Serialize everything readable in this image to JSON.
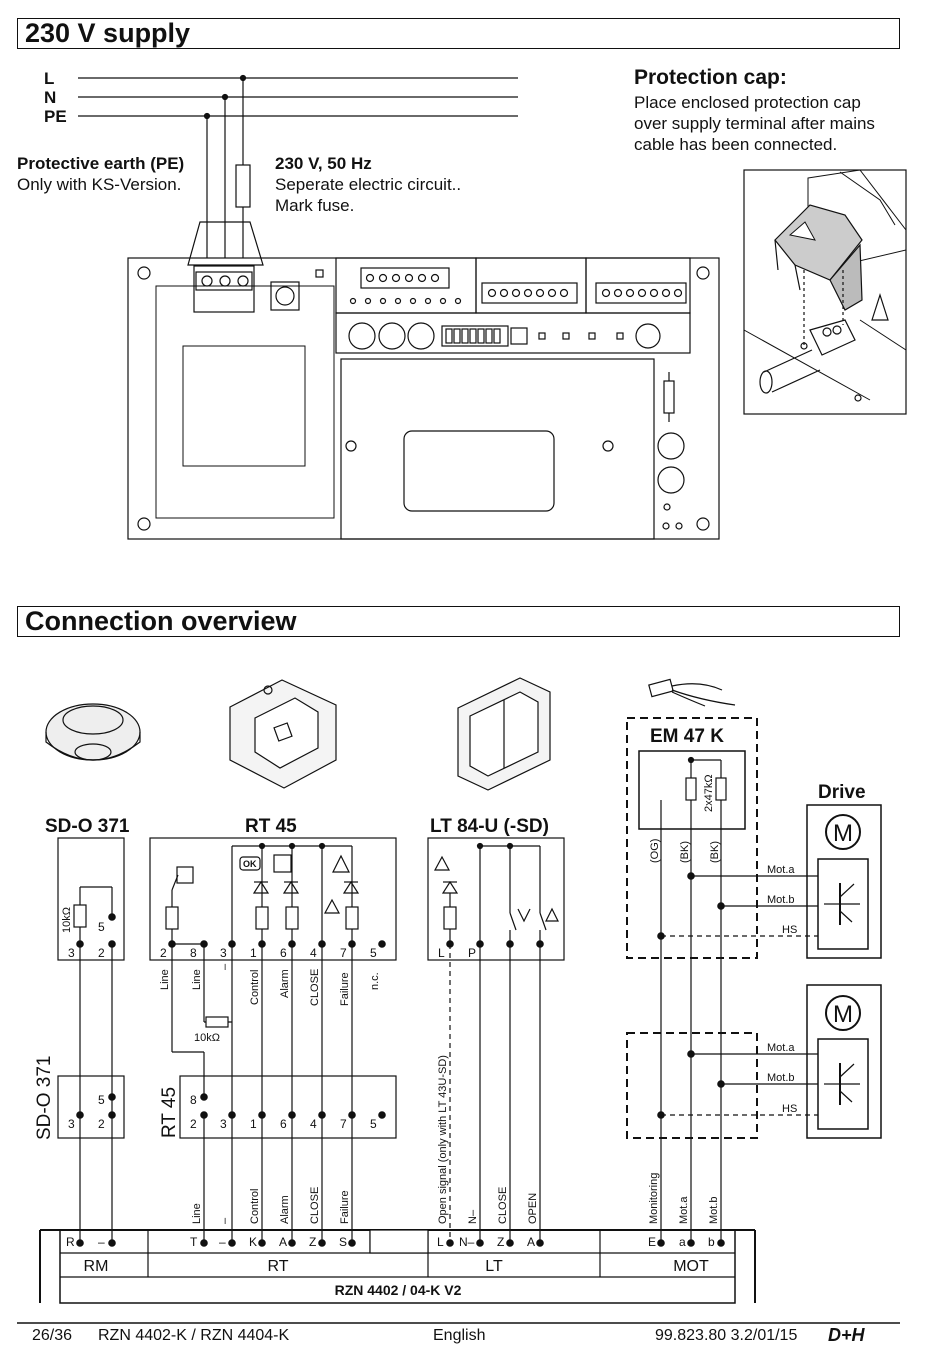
{
  "supply": {
    "title": "230 V supply",
    "lines": [
      "L",
      "N",
      "PE"
    ],
    "pe_title": "Protective earth (PE)",
    "pe_text": "Only with KS-Version.",
    "fuse_title": "230 V, 50 Hz",
    "fuse_text1": "Seperate electric circuit..",
    "fuse_text2": "Mark fuse.",
    "cap_title": "Protection cap:",
    "cap_text1": "Place enclosed protection cap",
    "cap_text2": "over supply terminal after mains",
    "cap_text3": "cable has been connected."
  },
  "overview": {
    "title": "Connection overview",
    "sdo": {
      "name": "SD-O 371",
      "resistor": "10kΩ",
      "top_terms": [
        "3",
        "2"
      ],
      "inner_term": "5",
      "bottom_terms": [
        "3",
        "2"
      ],
      "bottom_inner": "5"
    },
    "rt45": {
      "name": "RT 45",
      "terms": [
        "2",
        "8",
        "3",
        "1",
        "6",
        "4",
        "7",
        "5"
      ],
      "labels": [
        "Line",
        "Line",
        "–",
        "Control",
        "Alarm",
        "CLOSE",
        "Failure",
        "n.c."
      ],
      "resistor": "10kΩ",
      "ok": "OK",
      "bottom_terms": [
        "2",
        "3",
        "1",
        "6",
        "4",
        "7",
        "5"
      ],
      "bottom_eight": "8"
    },
    "lt84": {
      "name": "LT 84-U (-SD)",
      "terms": [
        "L",
        "P"
      ]
    },
    "em47": {
      "name": "EM 47 K",
      "resistor": "2x47kΩ",
      "wires": [
        "(OG)",
        "(BK)",
        "(BK)"
      ]
    },
    "drive": {
      "name": "Drive",
      "motor": "M",
      "wires": [
        "Mot.a",
        "Mot.b",
        "HS"
      ]
    },
    "rzn_labels": [
      "Line",
      "–",
      "Control",
      "Alarm",
      "CLOSE",
      "Failure",
      "Open signal (only with LT 43U-SD)",
      "N–",
      "CLOSE",
      "OPEN",
      "Monitoring",
      "Mot.a",
      "Mot.b"
    ],
    "rzn_terms": [
      "R",
      "–",
      "T",
      "–",
      "K",
      "A",
      "Z",
      "S",
      "L",
      "N–",
      "Z",
      "A",
      "E",
      "a",
      "b"
    ],
    "groups": [
      "RM",
      "RT",
      "LT",
      "MOT"
    ],
    "board": "RZN 4402 / 04-K V2"
  },
  "footer": {
    "page": "26/36",
    "model": "RZN 4402-K / RZN 4404-K",
    "language": "English",
    "doc": "99.823.80 3.2/01/15",
    "logo": "D+H"
  }
}
